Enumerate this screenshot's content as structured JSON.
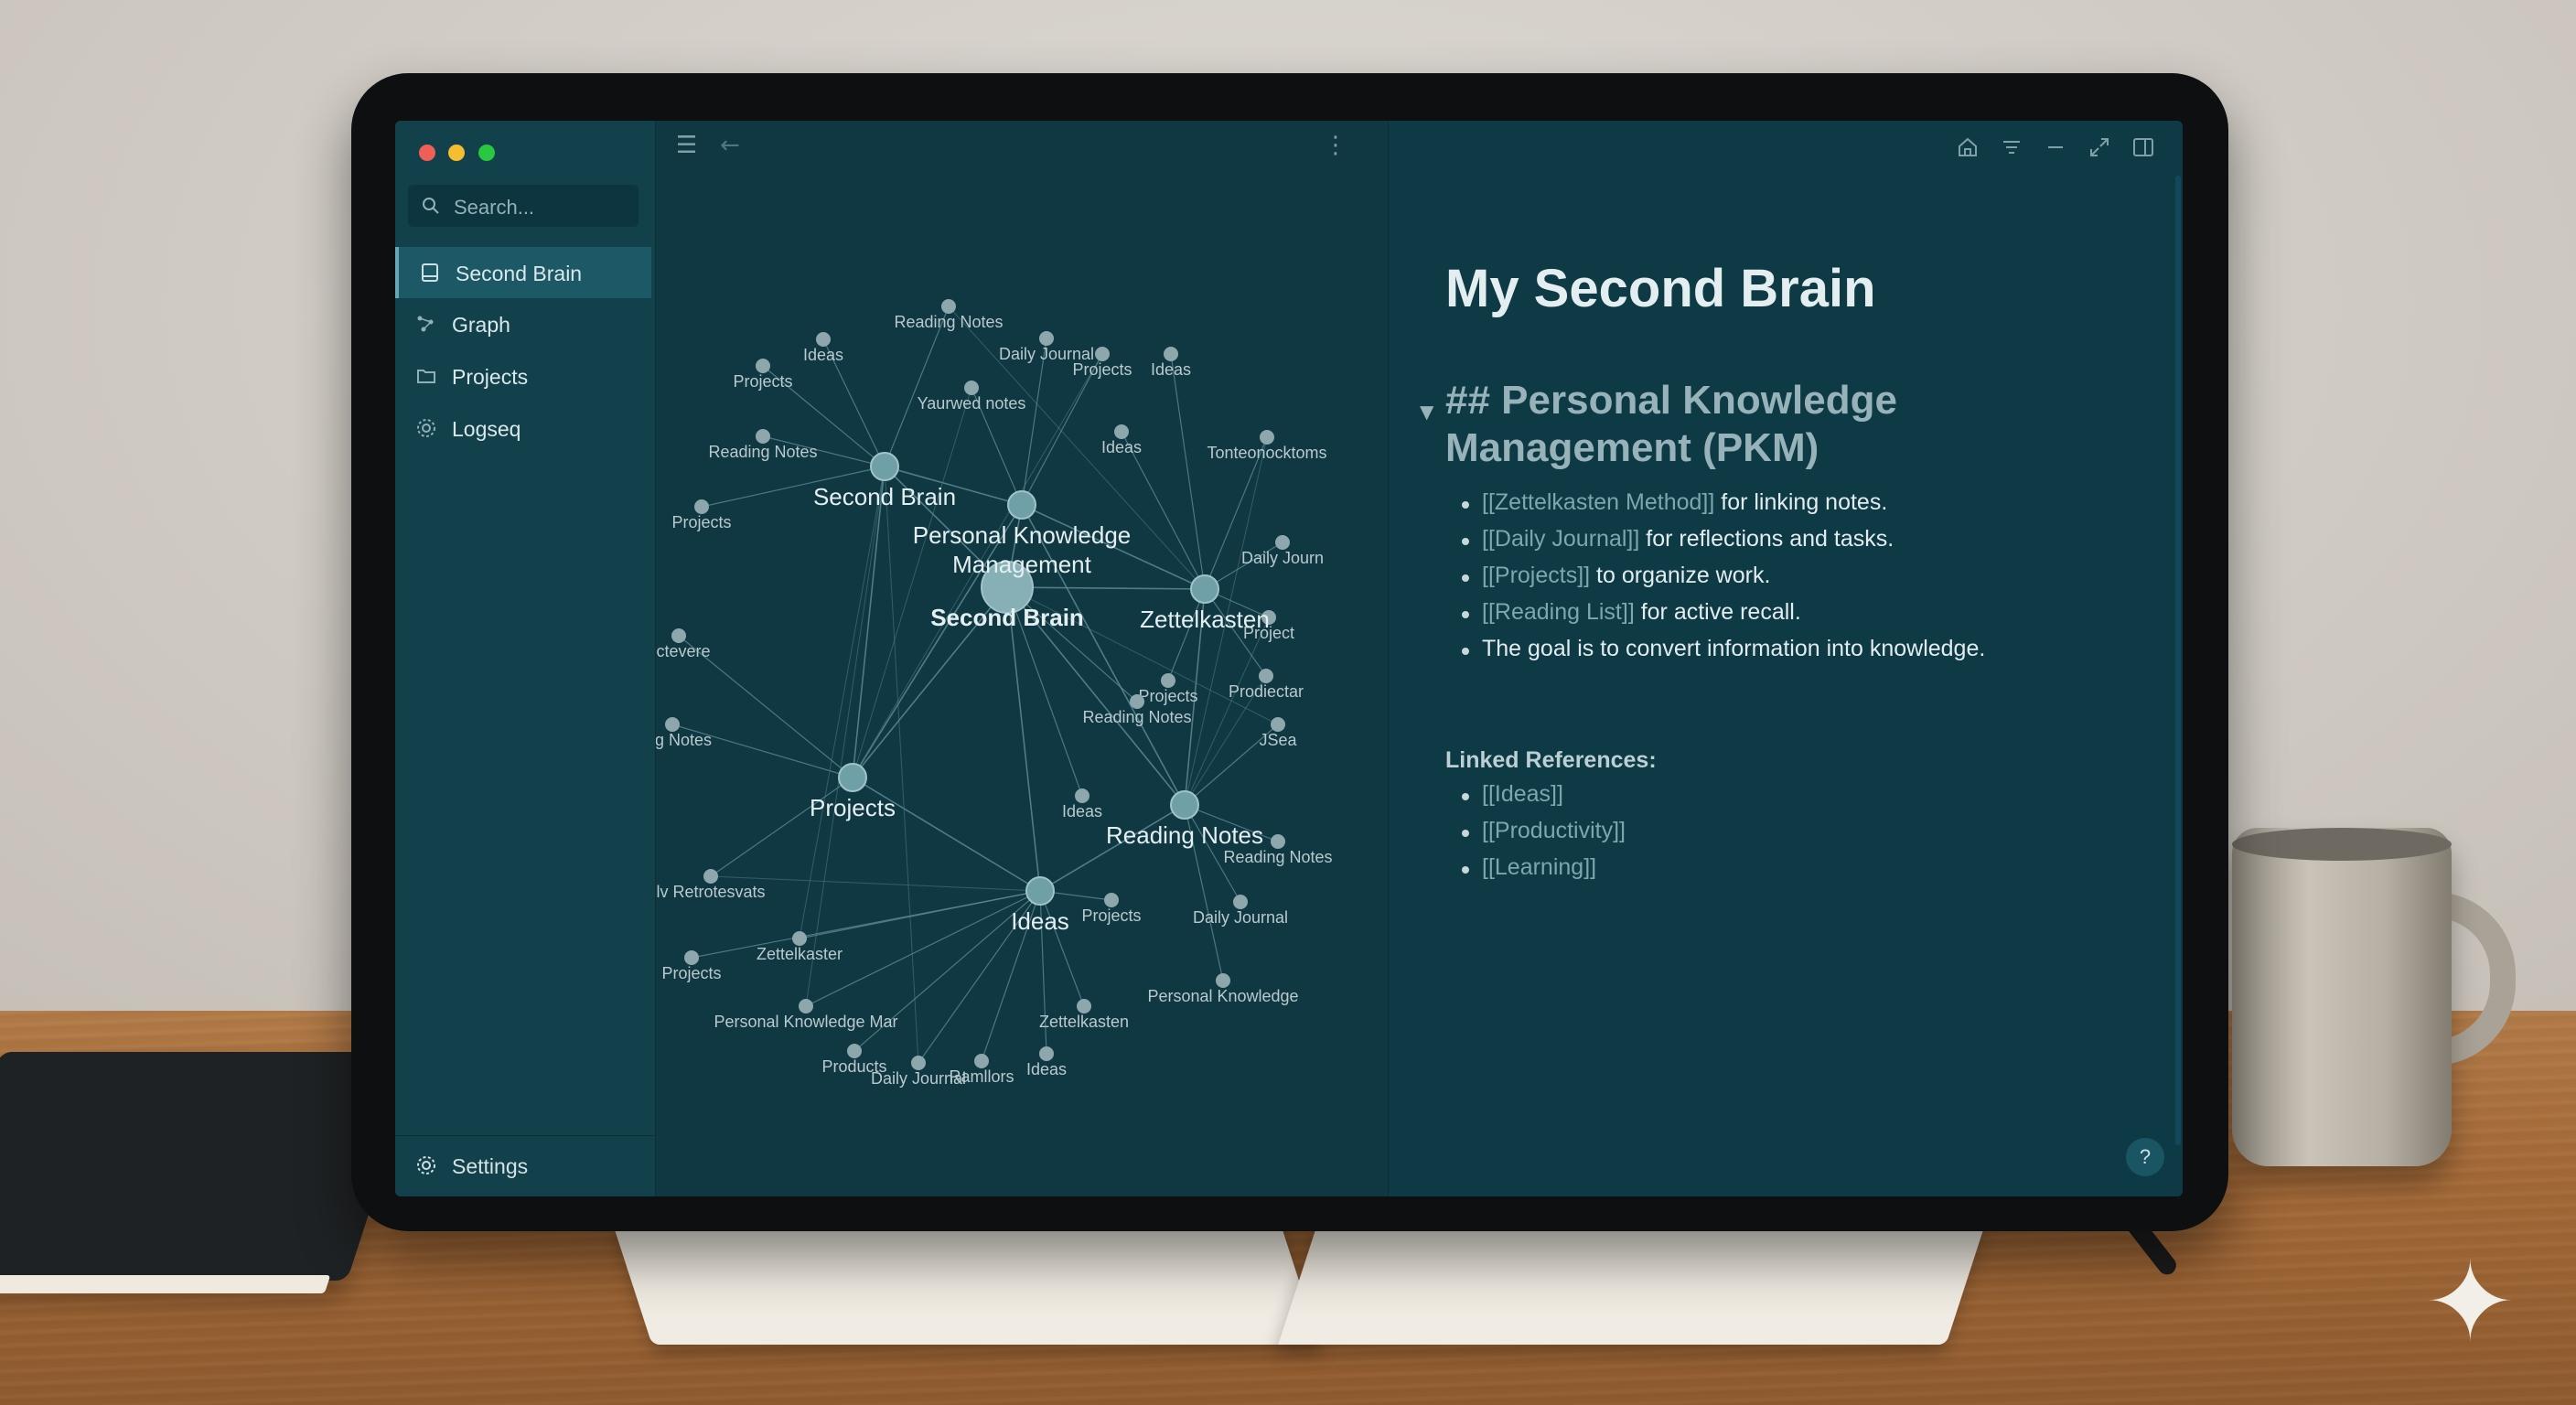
{
  "sidebar": {
    "search_placeholder": "Search...",
    "items": [
      {
        "label": "Second Brain",
        "icon": "notebook-icon",
        "active": true
      },
      {
        "label": "Graph",
        "icon": "graph-icon",
        "active": false
      },
      {
        "label": "Projects",
        "icon": "folder-icon",
        "active": false
      },
      {
        "label": "Logseq",
        "icon": "gear-icon",
        "active": false
      }
    ],
    "settings_label": "Settings"
  },
  "document": {
    "title": "My Second Brain",
    "heading": "## Personal Knowledge Management (PKM)",
    "bullets": [
      {
        "link": "[[Zettelkasten Method]]",
        "text": " for linking notes."
      },
      {
        "link": "[[Daily Journal]]",
        "text": " for reflections and tasks."
      },
      {
        "link": "[[Projects]]",
        "text": " to organize work."
      },
      {
        "link": "[[Reading List]]",
        "text": " for active recall."
      },
      {
        "link": "",
        "text": "The goal is to convert information into knowledge."
      }
    ],
    "linked_references_label": "Linked References:",
    "linked_references": [
      "[[Ideas]]",
      "[[Productivity]]",
      "[[Learning]]"
    ],
    "help_label": "?"
  },
  "graph": {
    "hubs": [
      {
        "label": "Second Brain"
      },
      {
        "label": "Second Brain"
      },
      {
        "label": "Personal Knowledge Management"
      },
      {
        "label": "Zettelkasten"
      },
      {
        "label": "Projects"
      },
      {
        "label": "Reading Notes"
      },
      {
        "label": "Ideas"
      }
    ],
    "node_labels": [
      "Reading Notes",
      "Ideas",
      "Daily Journal",
      "Projects",
      "Ideas",
      "Projects",
      "Yaurwed notes",
      "Reading Notes",
      "Ideas",
      "Tonteonocktoms",
      "Projects",
      "Daily Journ",
      "Project",
      "uctevere",
      "Projects",
      "Prodiectar",
      "Reading Notes",
      "ding Notes",
      "JSea",
      "Ideas",
      "Reading Notes",
      "lv Retrotesvats",
      "Projects",
      "Daily Journal",
      "Zettelkaster",
      "Projects",
      "Personal Knowledge",
      "Personal Knowledge Mar",
      "Zettelkasten",
      "Products",
      "Daily Journal",
      "Ramllors",
      "Ideas"
    ]
  },
  "colors": {
    "accent": "#64a9b4",
    "traffic_red": "#ee5f57",
    "traffic_yellow": "#f5bd2f",
    "traffic_green": "#28c840"
  }
}
